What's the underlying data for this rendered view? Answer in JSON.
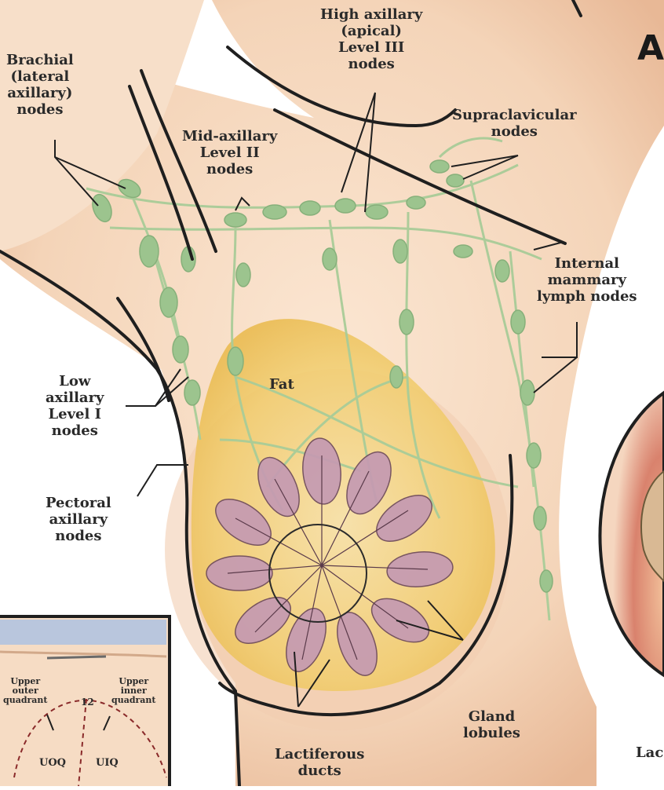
{
  "figure": {
    "panel_letter": "A",
    "labels": {
      "brachial": [
        "Brachial",
        "(lateral",
        "axillary)",
        "nodes"
      ],
      "high_axillary": [
        "High axillary",
        "(apical)",
        "Level III",
        "nodes"
      ],
      "mid_axillary": [
        "Mid-axillary",
        "Level II",
        "nodes"
      ],
      "supraclavicular": [
        "Supraclavicular",
        "nodes"
      ],
      "internal_mammary": [
        "Internal",
        "mammary",
        "lymph nodes"
      ],
      "low_axillary": [
        "Low",
        "axillary",
        "Level I",
        "nodes"
      ],
      "fat": "Fat",
      "pectoral": [
        "Pectoral",
        "axillary",
        "nodes"
      ],
      "gland_lobules": [
        "Gland",
        "lobules"
      ],
      "lactiferous": [
        "Lactiferous",
        "ducts"
      ],
      "cut_off_label": "Lac"
    },
    "inset": {
      "upper_outer": [
        "Upper",
        "outer",
        "quadrant"
      ],
      "upper_inner": [
        "Upper",
        "inner",
        "quadrant"
      ],
      "clock": "12",
      "uoq": "UOQ",
      "uiq": "UIQ"
    },
    "colors": {
      "skin": "#f6dcc4",
      "skin_shadow": "#e9b99a",
      "lymph": "#9cc48e",
      "fat": "#f2c964",
      "gland": "#b98aa6",
      "outline": "#1f1f1f"
    }
  }
}
